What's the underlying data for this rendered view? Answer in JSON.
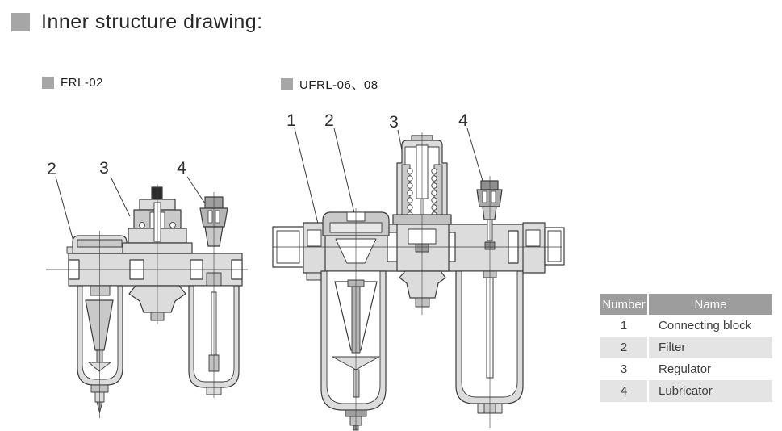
{
  "page": {
    "title": "Inner structure drawing:"
  },
  "drawings": {
    "frl02": {
      "label": "FRL-02",
      "callouts": [
        "2",
        "3",
        "4"
      ]
    },
    "ufrl": {
      "label": "UFRL-06、08",
      "callouts": [
        "1",
        "2",
        "3",
        "4"
      ]
    }
  },
  "parts_table": {
    "header": {
      "number": "Number",
      "name": "Name"
    },
    "rows": [
      {
        "number": "1",
        "name": "Connecting block"
      },
      {
        "number": "2",
        "name": "Filter"
      },
      {
        "number": "3",
        "name": "Regulator"
      },
      {
        "number": "4",
        "name": "Lubricator"
      }
    ]
  },
  "colors": {
    "accent_gray": "#a6a6a6",
    "table_header_bg": "#9d9d9d",
    "table_row_alt_bg": "#e4e4e4",
    "drawing_line": "#3c3c3c",
    "drawing_fill_light": "#dcdcdc",
    "drawing_fill_mid": "#c9c9c9",
    "drawing_fill_dark": "#9f9f9f"
  }
}
